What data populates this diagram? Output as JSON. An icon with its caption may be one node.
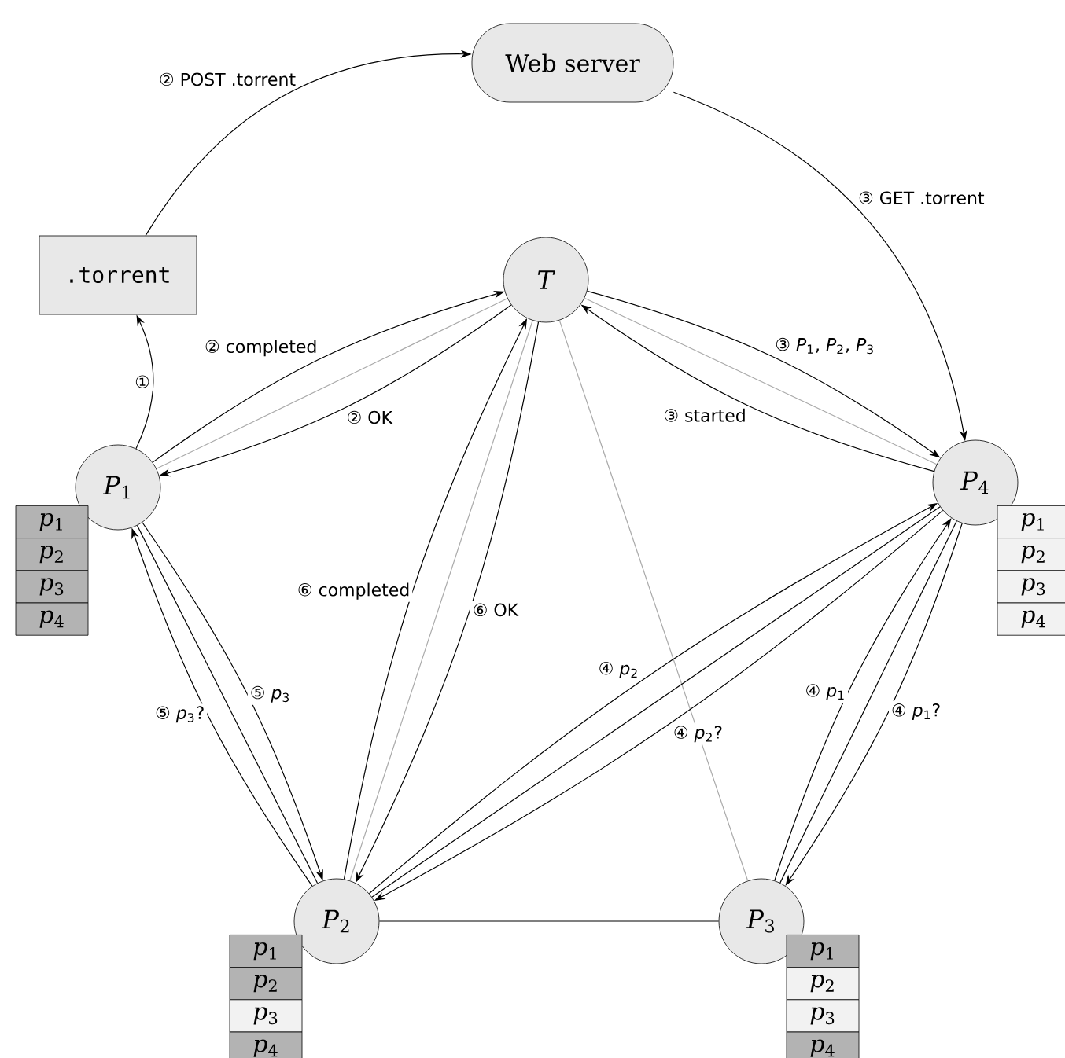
{
  "diagram": {
    "nodes": [
      {
        "text": [
          "Web server"
        ]
      },
      {
        "text": [
          ".torrent"
        ]
      },
      {
        "text": [
          "*T*"
        ]
      },
      {
        "text": [
          "*P*$_{1}$"
        ]
      },
      {
        "text": [
          "*P*$_{4}$"
        ]
      },
      {
        "text": [
          "*P*$_{2}$"
        ]
      },
      {
        "text": [
          "*P*$_{3}$"
        ]
      },
      {
        "text": [
          "*p*$_{1}$"
        ]
      },
      {
        "text": [
          "*p*$_{2}$"
        ]
      },
      {
        "text": [
          "*p*$_{3}$"
        ]
      },
      {
        "text": [
          "*p*$_{4}$"
        ]
      },
      {
        "text": [
          "*p*$_{1}$"
        ]
      },
      {
        "text": [
          "*p*$_{2}$"
        ]
      },
      {
        "text": [
          "*p*$_{3}$"
        ]
      },
      {
        "text": [
          "*p*$_{4}$"
        ]
      },
      {
        "text": [
          "*p*$_{1}$"
        ]
      },
      {
        "text": [
          "*p*$_{2}$"
        ]
      },
      {
        "text": [
          "*p*$_{3}$"
        ]
      },
      {
        "text": [
          "*p*$_{4}$"
        ]
      },
      {
        "text": [
          "*p*$_{1}$"
        ]
      },
      {
        "text": [
          "*p*$_{2}$"
        ]
      },
      {
        "text": [
          "*p*$_{3}$"
        ]
      },
      {
        "text": [
          "*p*$_{4}$"
        ]
      }
    ],
    "edges": [
      {
        "from": 3,
        "to": 1,
        "arrow": "to",
        "label": "①"
      },
      {
        "from": 1,
        "to": 0,
        "arrow": "to",
        "label": "② POST .torrent"
      },
      {
        "from": 0,
        "to": 4,
        "arrow": "to",
        "label": "③ GET .torrent"
      },
      {
        "from": 3,
        "to": 2,
        "arrow": "to",
        "label": "② completed"
      },
      {
        "from": 2,
        "to": 3,
        "arrow": "to",
        "label": "② OK"
      },
      {
        "from": 3,
        "to": 2,
        "arrow": "none",
        "color": "#aaaaaa"
      },
      {
        "from": 2,
        "to": 4,
        "arrow": "to",
        "label": "③ *P*$_{1}$, *P*$_{2}$, *P*$_{3}$"
      },
      {
        "from": 4,
        "to": 2,
        "arrow": "to",
        "label": "③ started"
      },
      {
        "from": 2,
        "to": 4,
        "arrow": "none",
        "color": "#aaaaaa"
      },
      {
        "from": 5,
        "to": 2,
        "arrow": "to",
        "label": "⑥ completed"
      },
      {
        "from": 2,
        "to": 5,
        "arrow": "to",
        "label": "⑥ OK"
      },
      {
        "from": 2,
        "to": 5,
        "arrow": "none",
        "color": "#aaaaaa"
      },
      {
        "from": 2,
        "to": 6,
        "arrow": "none",
        "color": "#aaaaaa"
      },
      {
        "from": 5,
        "to": 3,
        "arrow": "to",
        "label": "⑤ *p*$_{3}$?"
      },
      {
        "from": 3,
        "to": 5,
        "arrow": "none"
      },
      {
        "from": 3,
        "to": 5,
        "arrow": "to",
        "label": "⑤ *p*$_{3}$"
      },
      {
        "from": 5,
        "to": 4,
        "arrow": "to",
        "label": "④ *p*$_{2}$"
      },
      {
        "from": 5,
        "to": 4,
        "arrow": "none"
      },
      {
        "from": 4,
        "to": 5,
        "arrow": "to",
        "label": "④ *p*$_{2}$?"
      },
      {
        "from": 6,
        "to": 4,
        "arrow": "to",
        "label": "④ *p*$_{1}$"
      },
      {
        "from": 6,
        "to": 4,
        "arrow": "none"
      },
      {
        "from": 4,
        "to": 6,
        "arrow": "to",
        "label": "④ *p*$_{1}$?"
      },
      {
        "from": 5,
        "to": 6,
        "arrow": "none"
      }
    ]
  }
}
